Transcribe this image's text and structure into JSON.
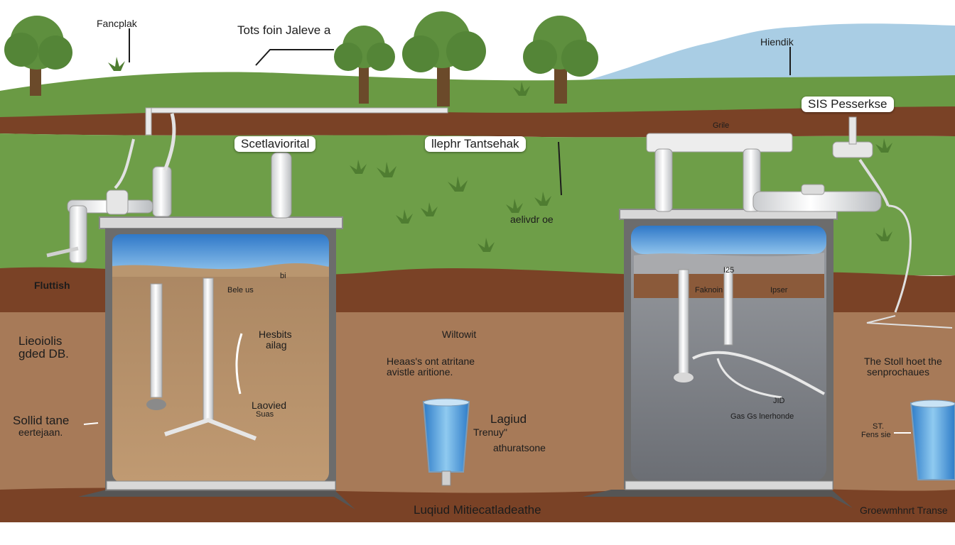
{
  "labels": {
    "top_left": "Fancplak",
    "top_center": "Tots foin Jaleve a",
    "top_right": "Hiendik",
    "callout_left": "Scetlaviorital",
    "callout_center": "llephr Tantsehak",
    "callout_right": "SIS Pesserkse",
    "grate": "Grile",
    "mid_small": "aelivdr oe",
    "left_side": "Fluttish",
    "left_tank_ur": "bi",
    "left_tank_mid": "Bele us",
    "left_a": "Lieoiolis",
    "left_b": "gded DB.",
    "hesbits_a": "Hesbits",
    "hesbits_b": "ailag",
    "solid_a": "Sollid tane",
    "solid_b": "eertejaan.",
    "laovied_a": "Laovied",
    "laovied_b": "Suas",
    "center_a": "Wiltowit",
    "center_b1": "Heaas's ont atritane",
    "center_b2": "avistle aritione.",
    "liquid_a": "Lagiud",
    "liquid_b": "Trenuy\"",
    "liquid_c": "athuratsone",
    "bottom_center": "Luqiud Mitiecatladeathe",
    "r_tank_top": "I25",
    "r_tank_l": "Faknoin",
    "r_tank_r": "Ipser",
    "r_tank_jid": "JID",
    "r_tank_bottom": "Gas Gs lnerhonde",
    "right_stoil_a": "The Stoll hoet the",
    "right_stoil_b": "senprochaues",
    "right_st_a": "ST.",
    "right_st_b": "Fens sie",
    "bottom_right": "Groewmhnrt Transe"
  },
  "colors": {
    "sky": "#ffffff",
    "distant_hills": "#a9cde4",
    "grass": "#6a9a44",
    "soil_band": "#7a4226",
    "deep_soil": "#a77a58",
    "water": "#3d87cf",
    "tank_frame": "#7c7c7c",
    "sludge": "#b48e6b",
    "grey_water": "#8b8e93"
  }
}
